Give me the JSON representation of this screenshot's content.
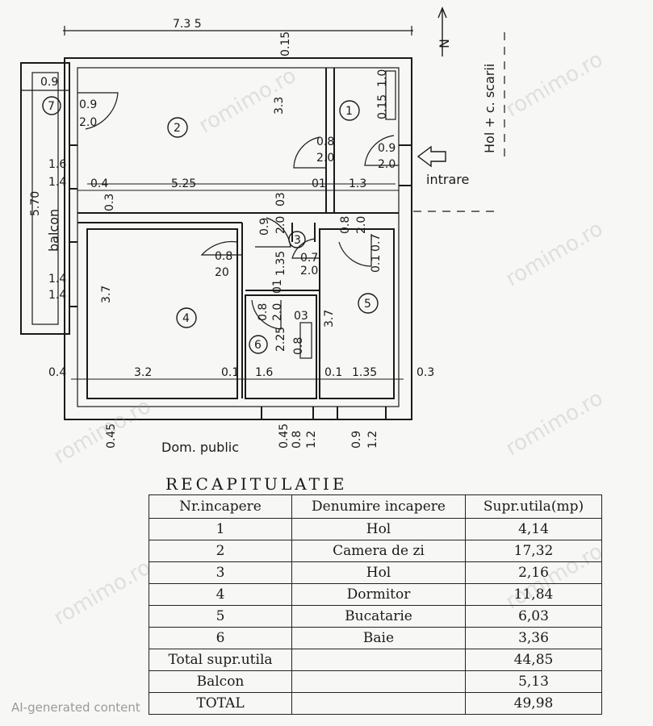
{
  "plan": {
    "dims": {
      "total_width": "7.3 5",
      "top_wall": "0.15",
      "window_7": "0.9",
      "door_7": "0.9",
      "door_7_h": "2.0",
      "room2_height": "3.3",
      "room1_w": "1.0",
      "room1_t": "0.15",
      "door_1": "0.8",
      "door_1_h": "2.0",
      "door_entry": "0.9",
      "door_entry_h": "2.0",
      "balcony_upper": "1.6",
      "balcony_upper_b": "1.4",
      "wall_04": "0.4",
      "wall_03": "0.3",
      "room2_width": "5.25",
      "wall_01": "01",
      "room1_width": "1.3",
      "balcony_total": "5.70",
      "door_3a": "0.9",
      "door_3a_h": "2.0",
      "door_3a_t": "03",
      "door_5": "0.8",
      "door_5_h": "2.0",
      "door_5_w": "0.7",
      "door_5_t": "0.1",
      "door_4": "0.8",
      "door_4_h": "20",
      "hall_135": "1.35",
      "door_3b": "0.7",
      "door_3b_h": "2.0",
      "balcony_lower": "1.4",
      "balcony_lower_b": "1.4",
      "room4_height": "3.7",
      "door_6": "0.8",
      "door_6_h": "2.0",
      "door_6_t": "01",
      "bath_225": "2.25",
      "bath_03": "03",
      "bath_08": "0.8",
      "room5_height": "3.7",
      "bottom_04": "0.4",
      "room4_width": "3.2",
      "bottom_01a": "0.1",
      "bath_width": "1.6",
      "bottom_01b": "0.1",
      "room5_width": "1.35",
      "bottom_03": "0.3",
      "ext_045": "0.45",
      "ext_045b": "0.45",
      "ext_08": "0.8",
      "ext_12": "1.2",
      "ext_09": "0.9",
      "ext_12b": "1.2"
    },
    "rooms": [
      "1",
      "2",
      "3",
      "4",
      "5",
      "6",
      "7"
    ],
    "labels": {
      "balcon": "balcon",
      "intrare": "intrare",
      "hol_scarii": "Hol + c. scarii",
      "dom_public": "Dom. public",
      "north": "N"
    }
  },
  "watermark": "romimo.ro",
  "recap": {
    "title": "RECAPITULATIE",
    "headers": [
      "Nr.incapere",
      "Denumire incapere",
      "Supr.utila(mp)"
    ],
    "rows": [
      [
        "1",
        "Hol",
        "4,14"
      ],
      [
        "2",
        "Camera de zi",
        "17,32"
      ],
      [
        "3",
        "Hol",
        "2,16"
      ],
      [
        "4",
        "Dormitor",
        "11,84"
      ],
      [
        "5",
        "Bucatarie",
        "6,03"
      ],
      [
        "6",
        "Baie",
        "3,36"
      ]
    ],
    "total_util_label": "Total supr.utila",
    "total_util_value": "44,85",
    "balcon_label": "Balcon",
    "balcon_value": "5,13",
    "total_label": "TOTAL",
    "total_value": "49,98"
  },
  "ai_label": "AI-generated content"
}
